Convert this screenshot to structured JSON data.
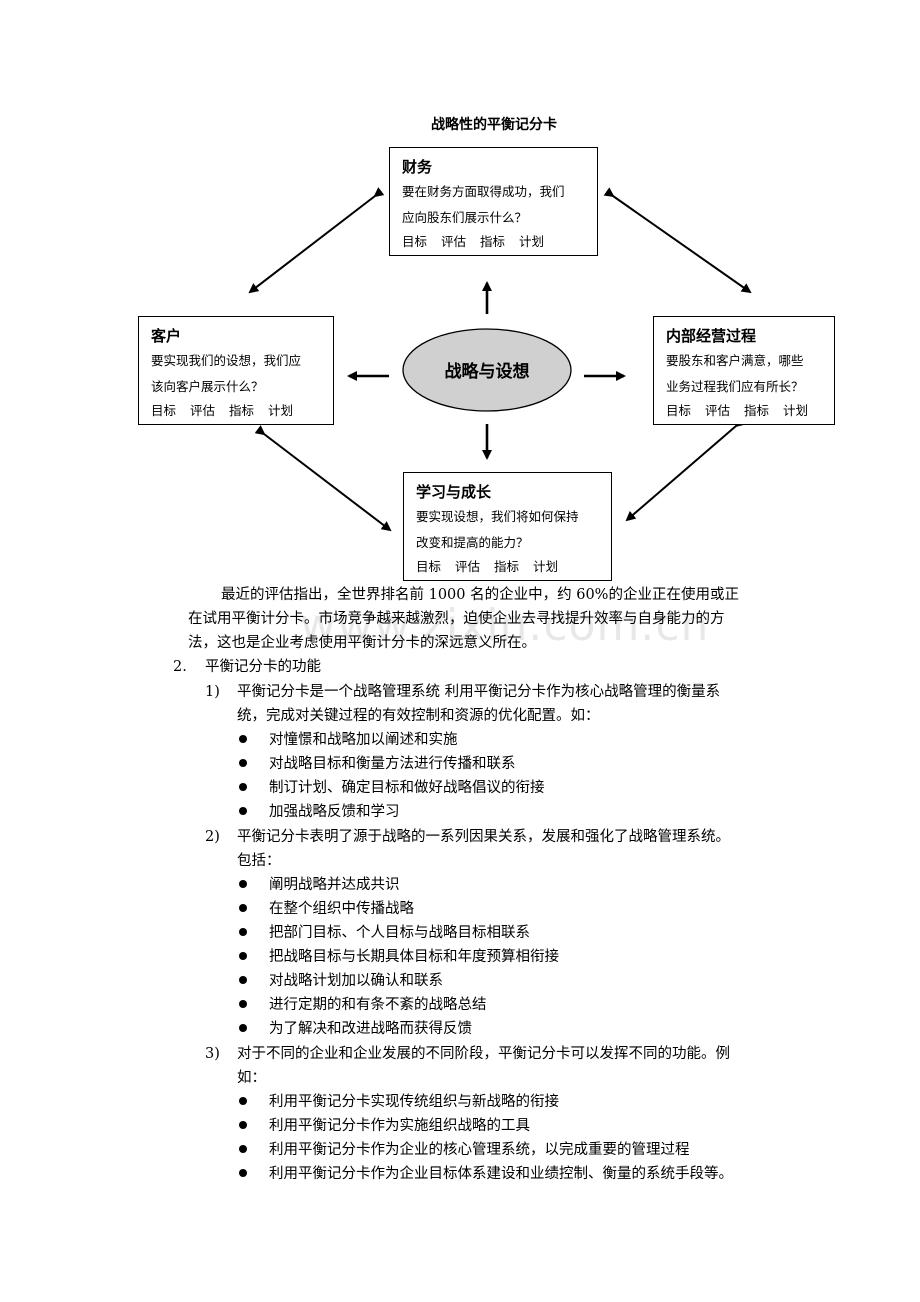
{
  "diagram": {
    "title": "战略性的平衡记分卡",
    "center": "战略与设想",
    "metrics": [
      "目标",
      "评估",
      "指标",
      "计划"
    ],
    "boxes": {
      "finance": {
        "title": "财务",
        "line1": "要在财务方面取得成功，我们",
        "line2": "应向股东们展示什么？"
      },
      "customer": {
        "title": "客户",
        "line1": "要实现我们的设想，我们应",
        "line2": "该向客户展示什么？"
      },
      "internal": {
        "title": "内部经营过程",
        "line1": "要股东和客户满意，哪些",
        "line2": "业务过程我们应有所长？"
      },
      "learning": {
        "title": "学习与成长",
        "line1": "要实现设想，我们将如何保持",
        "line2": "改变和提高的能力？"
      }
    }
  },
  "intro": {
    "line1": "最近的评估指出，全世界排名前 1000 名的企业中，约 60%的企业正在使用或正",
    "line2": "在试用平衡计分卡。市场竞争越来越激烈，迫使企业去寻找提升效率与自身能力的方",
    "line3": "法，这也是企业考虑使用平衡计分卡的深远意义所在。"
  },
  "watermark": "www.zixin.com.cn",
  "section": {
    "num": "2.",
    "title": "平衡记分卡的功能"
  },
  "items": [
    {
      "num": "1)",
      "line1": "平衡记分卡是一个战略管理系统  利用平衡记分卡作为核心战略管理的衡量系",
      "line2": "统，完成对关键过程的有效控制和资源的优化配置。如：",
      "bullets": [
        "对憧憬和战略加以阐述和实施",
        "对战略目标和衡量方法进行传播和联系",
        "制订计划、确定目标和做好战略倡议的衔接",
        "加强战略反馈和学习"
      ]
    },
    {
      "num": "2)",
      "line1": "平衡记分卡表明了源于战略的一系列因果关系，发展和强化了战略管理系统。",
      "line2": "包括：",
      "bullets": [
        "阐明战略并达成共识",
        "在整个组织中传播战略",
        "把部门目标、个人目标与战略目标相联系",
        "把战略目标与长期具体目标和年度预算相衔接",
        "对战略计划加以确认和联系",
        "进行定期的和有条不紊的战略总结",
        "为了解决和改进战略而获得反馈"
      ]
    },
    {
      "num": "3)",
      "line1": "对于不同的企业和企业发展的不同阶段，平衡记分卡可以发挥不同的功能。例",
      "line2": "如：",
      "bullets": [
        "利用平衡记分卡实现传统组织与新战略的衔接",
        "利用平衡记分卡作为实施组织战略的工具",
        "利用平衡记分卡作为企业的核心管理系统，以完成重要的管理过程",
        "利用平衡记分卡作为企业目标体系建设和业绩控制、衡量的系统手段等。"
      ]
    }
  ]
}
